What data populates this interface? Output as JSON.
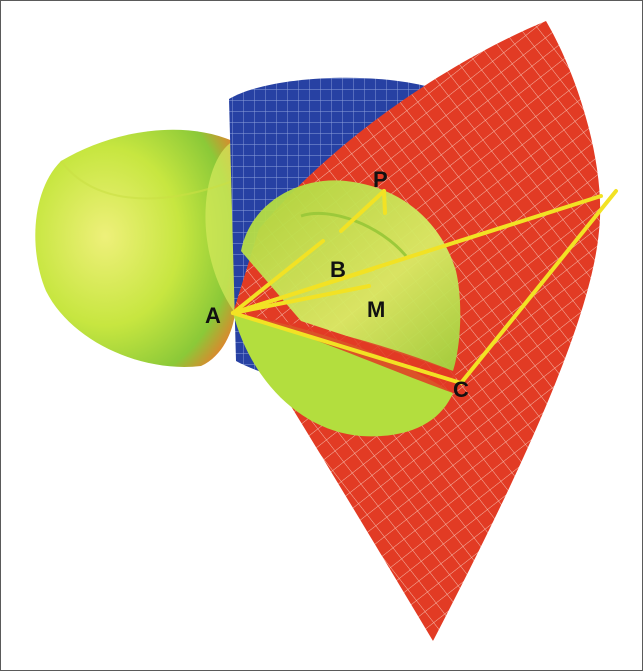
{
  "figure": {
    "points": {
      "A": "A",
      "B": "B",
      "M": "M",
      "P": "P",
      "C": "C"
    },
    "colors": {
      "red_surface": "#e23b24",
      "blue_cylinder": "#2741a3",
      "green_shell": "#b6e03a",
      "yellow_lines": "#f2e224",
      "frame_border": "#5a5a5a"
    }
  }
}
